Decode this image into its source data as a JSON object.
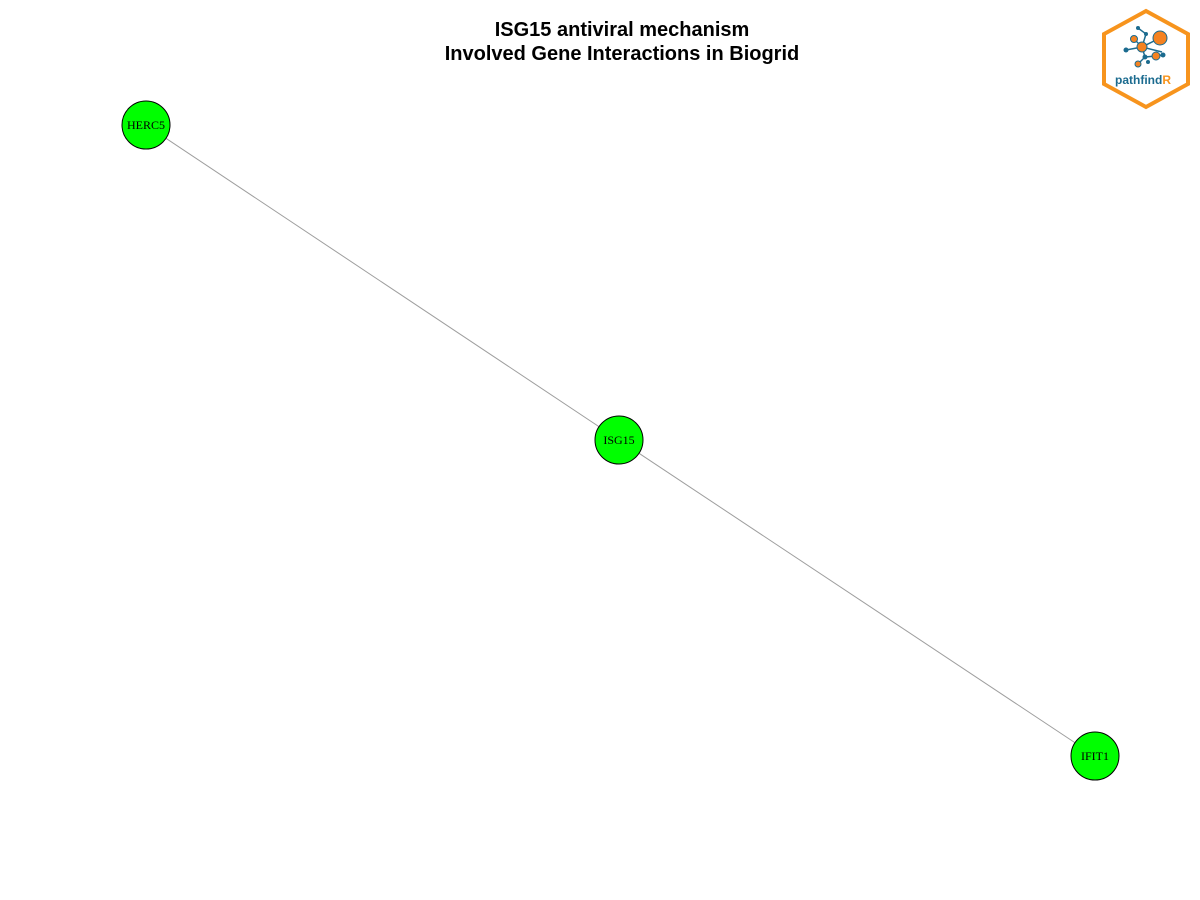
{
  "header": {
    "title_line1": "ISG15 antiviral mechanism",
    "title_line2": "Involved Gene Interactions in Biogrid"
  },
  "logo": {
    "text_main": "pathfind",
    "text_accent": "R",
    "colors": {
      "border": "#f7941d",
      "text": "#1b6b8f",
      "accent": "#f7941d",
      "node": "#f58220",
      "link": "#1b6b8f"
    }
  },
  "graph": {
    "node_fill": "#00ff00",
    "node_stroke": "#000000",
    "edge_color": "#9e9e9e",
    "nodes": [
      {
        "id": "HERC5",
        "label": "HERC5"
      },
      {
        "id": "ISG15",
        "label": "ISG15"
      },
      {
        "id": "IFIT1",
        "label": "IFIT1"
      }
    ],
    "edges": [
      {
        "source": "HERC5",
        "target": "ISG15"
      },
      {
        "source": "ISG15",
        "target": "IFIT1"
      }
    ]
  }
}
